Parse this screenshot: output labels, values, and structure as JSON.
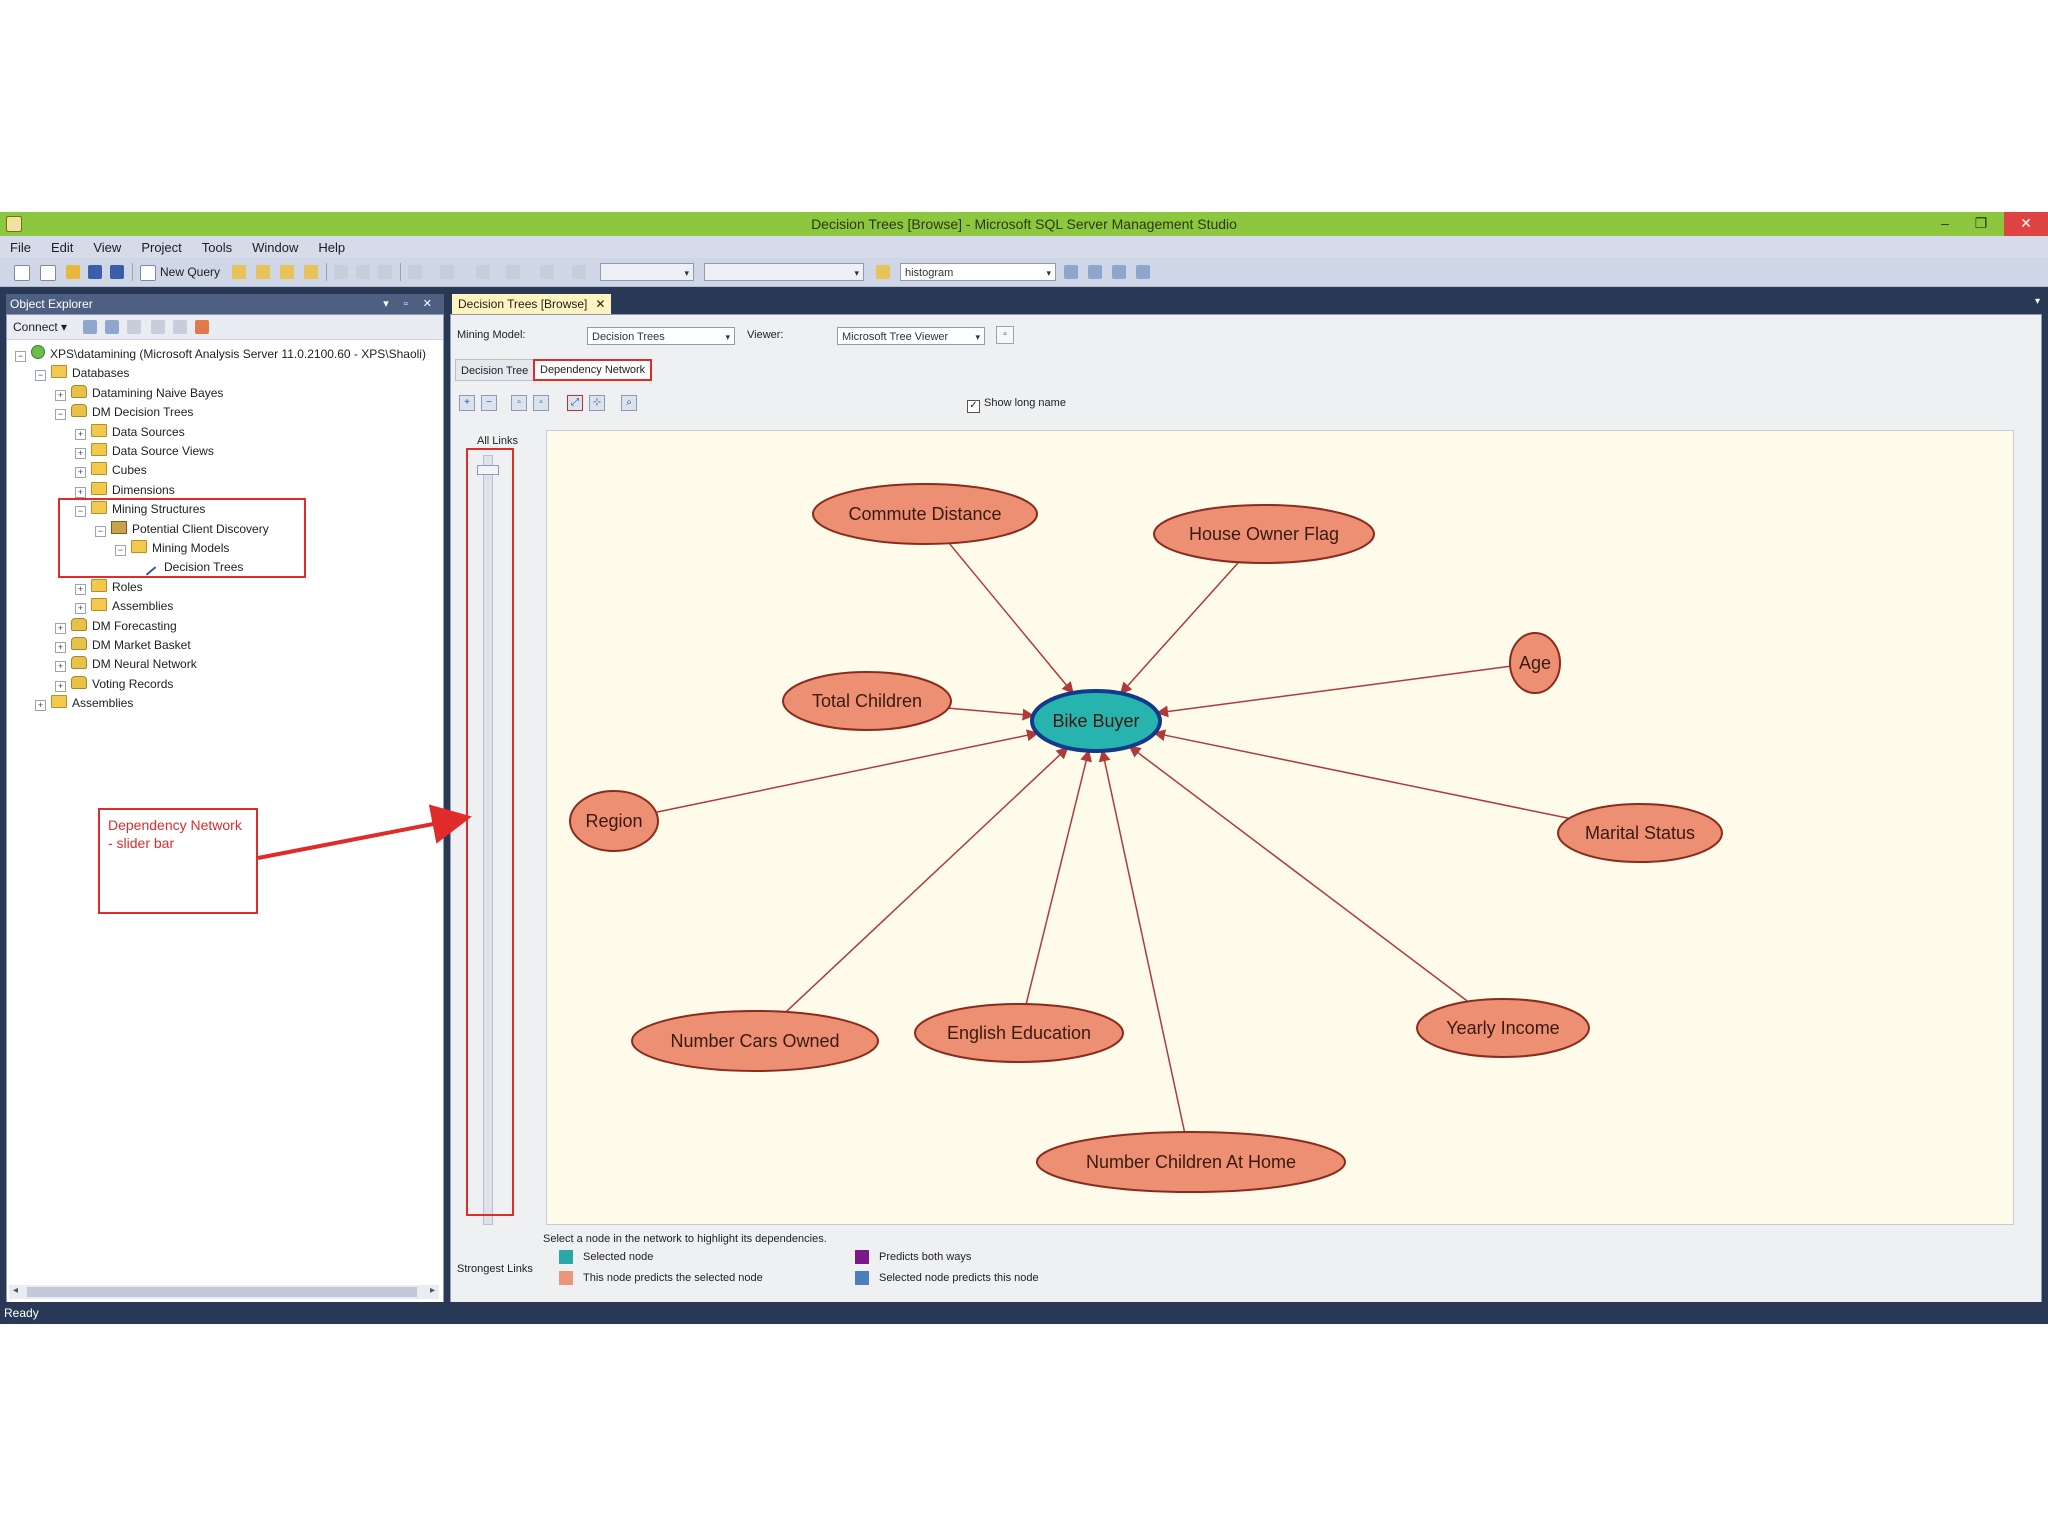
{
  "window": {
    "title": "Decision Trees [Browse] - Microsoft SQL Server Management Studio",
    "minimize": "–",
    "restore": "❐",
    "close": "✕"
  },
  "menu": [
    "File",
    "Edit",
    "View",
    "Project",
    "Tools",
    "Window",
    "Help"
  ],
  "toolbar": {
    "new_query": "New Query",
    "histogram": "histogram"
  },
  "object_explorer": {
    "title": "Object Explorer",
    "pin": "▾ ▫ ✕",
    "connect": "Connect ▾",
    "tree": [
      {
        "label": "XPS\\datamining (Microsoft Analysis Server 11.0.2100.60 - XPS\\Shaoli)",
        "icon": "server",
        "exp": "⊟"
      },
      {
        "label": "Databases",
        "icon": "folder",
        "exp": "⊟"
      },
      {
        "label": "Datamining Naive Bayes",
        "icon": "db",
        "exp": "⊞"
      },
      {
        "label": "DM Decision Trees",
        "icon": "db",
        "exp": "⊟"
      },
      {
        "label": "Data Sources",
        "icon": "folder",
        "exp": "⊞"
      },
      {
        "label": "Data Source Views",
        "icon": "folder",
        "exp": "⊞"
      },
      {
        "label": "Cubes",
        "icon": "folder",
        "exp": "⊞"
      },
      {
        "label": "Dimensions",
        "icon": "folder",
        "exp": "⊞"
      },
      {
        "label": "Mining Structures",
        "icon": "folder",
        "exp": "⊟"
      },
      {
        "label": "Potential Client Discovery",
        "icon": "mstruct",
        "exp": "⊟"
      },
      {
        "label": "Mining Models",
        "icon": "folder",
        "exp": "⊟"
      },
      {
        "label": "Decision Trees",
        "icon": "model",
        "exp": ""
      },
      {
        "label": "Roles",
        "icon": "folder",
        "exp": "⊞"
      },
      {
        "label": "Assemblies",
        "icon": "folder",
        "exp": "⊞"
      },
      {
        "label": "DM Forecasting",
        "icon": "db",
        "exp": "⊞"
      },
      {
        "label": "DM Market Basket",
        "icon": "db",
        "exp": "⊞"
      },
      {
        "label": "DM Neural Network",
        "icon": "db",
        "exp": "⊞"
      },
      {
        "label": "Voting Records",
        "icon": "db",
        "exp": "⊞"
      },
      {
        "label": "Assemblies",
        "icon": "folder",
        "exp": "⊞"
      }
    ]
  },
  "document": {
    "tab_label": "Decision Trees [Browse]",
    "tab_close": "✕",
    "mining_model_label": "Mining Model:",
    "mining_model_value": "Decision Trees",
    "viewer_label": "Viewer:",
    "viewer_value": "Microsoft Tree Viewer",
    "subtabs": [
      "Decision Tree",
      "Dependency Network"
    ],
    "show_long_name": "Show long name",
    "all_links": "All Links",
    "strongest_links": "Strongest Links",
    "hint": "Select a node in the network to highlight its dependencies.",
    "legend": [
      {
        "label": "Selected node",
        "color": "#2aa8a8"
      },
      {
        "label": "This node predicts the selected node",
        "color": "#e8977a"
      },
      {
        "label": "Predicts both ways",
        "color": "#7a1a8a"
      },
      {
        "label": "Selected node predicts this node",
        "color": "#4a7fc0"
      }
    ]
  },
  "network": {
    "center": {
      "label": "Bike Buyer",
      "fill": "#27b3ae",
      "stroke": "#113a8a"
    },
    "node_fill": "#ec8f72",
    "node_stroke": "#8a2b1e",
    "link_color": "#b03a3a",
    "nodes": [
      "Commute Distance",
      "House Owner Flag",
      "Age",
      "Total Children",
      "Region",
      "Marital Status",
      "Number Cars Owned",
      "English Education",
      "Yearly Income",
      "Number Children At Home"
    ]
  },
  "annotation": {
    "text": "Dependency Network - slider bar",
    "color": "#e02b2b"
  },
  "statusbar": {
    "text": "Ready"
  }
}
